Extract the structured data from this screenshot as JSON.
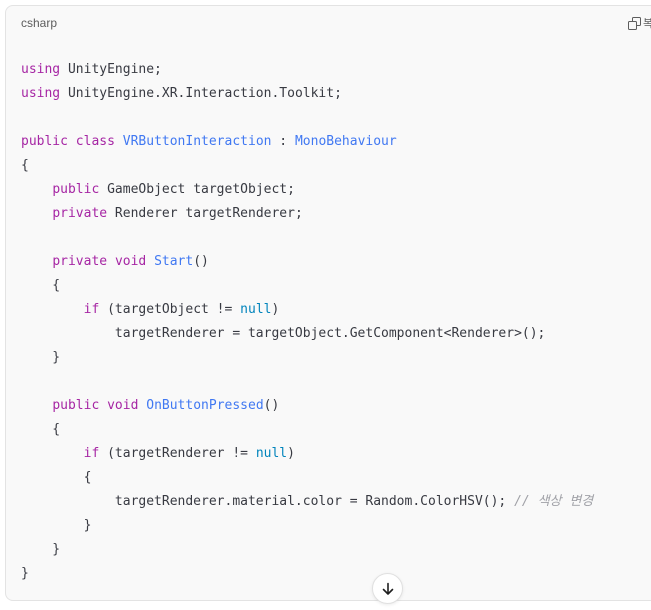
{
  "code_block": {
    "language": "csharp",
    "copy_label": "복",
    "lines": [
      [
        {
          "t": "using",
          "c": "kw"
        },
        {
          "t": " UnityEngine;"
        }
      ],
      [
        {
          "t": "using",
          "c": "kw"
        },
        {
          "t": " UnityEngine.XR.Interaction.Toolkit;"
        }
      ],
      [],
      [
        {
          "t": "public",
          "c": "kw"
        },
        {
          "t": " "
        },
        {
          "t": "class",
          "c": "kw"
        },
        {
          "t": " "
        },
        {
          "t": "VRButtonInteraction",
          "c": "type"
        },
        {
          "t": " : "
        },
        {
          "t": "MonoBehaviour",
          "c": "type"
        }
      ],
      [
        {
          "t": "{"
        }
      ],
      [
        {
          "t": "    "
        },
        {
          "t": "public",
          "c": "kw"
        },
        {
          "t": " GameObject targetObject;"
        }
      ],
      [
        {
          "t": "    "
        },
        {
          "t": "private",
          "c": "kw"
        },
        {
          "t": " Renderer targetRenderer;"
        }
      ],
      [],
      [
        {
          "t": "    "
        },
        {
          "t": "private",
          "c": "kw"
        },
        {
          "t": " "
        },
        {
          "t": "void",
          "c": "kw"
        },
        {
          "t": " "
        },
        {
          "t": "Start",
          "c": "type"
        },
        {
          "t": "()"
        }
      ],
      [
        {
          "t": "    {"
        }
      ],
      [
        {
          "t": "        "
        },
        {
          "t": "if",
          "c": "kw"
        },
        {
          "t": " (targetObject != "
        },
        {
          "t": "null",
          "c": "lit"
        },
        {
          "t": ")"
        }
      ],
      [
        {
          "t": "            targetRenderer = targetObject.GetComponent<Renderer>();"
        }
      ],
      [
        {
          "t": "    }"
        }
      ],
      [],
      [
        {
          "t": "    "
        },
        {
          "t": "public",
          "c": "kw"
        },
        {
          "t": " "
        },
        {
          "t": "void",
          "c": "kw"
        },
        {
          "t": " "
        },
        {
          "t": "OnButtonPressed",
          "c": "type"
        },
        {
          "t": "()"
        }
      ],
      [
        {
          "t": "    {"
        }
      ],
      [
        {
          "t": "        "
        },
        {
          "t": "if",
          "c": "kw"
        },
        {
          "t": " (targetRenderer != "
        },
        {
          "t": "null",
          "c": "lit"
        },
        {
          "t": ")"
        }
      ],
      [
        {
          "t": "        {"
        }
      ],
      [
        {
          "t": "            targetRenderer.material.color = Random.ColorHSV(); "
        },
        {
          "t": "// 색상 변경",
          "c": "comment"
        }
      ],
      [
        {
          "t": "        }"
        }
      ],
      [
        {
          "t": "    }"
        }
      ],
      [
        {
          "t": "}"
        }
      ]
    ]
  },
  "scroll_button": {
    "icon": "arrow-down-icon"
  },
  "colors": {
    "keyword": "#a626a4",
    "type": "#4078f2",
    "literal": "#0184bc",
    "comment": "#a0a1a7",
    "text": "#383a42",
    "background": "#f9f9f9"
  }
}
